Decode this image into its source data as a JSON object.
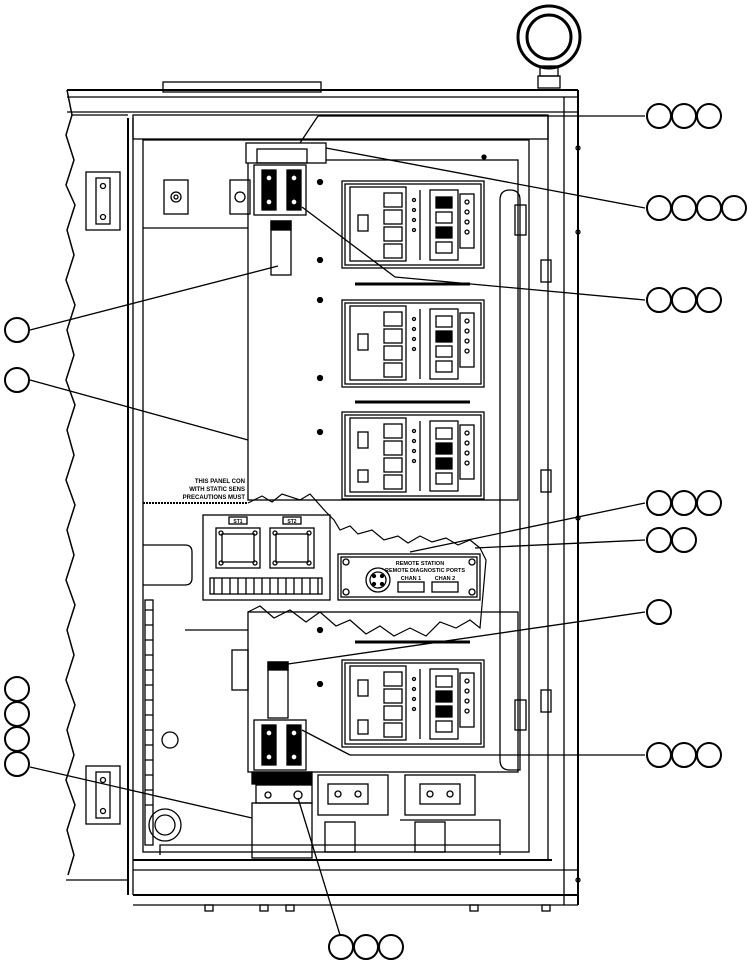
{
  "figure": {
    "panel_label_1": "THIS PANEL CON",
    "panel_label_2": "WITH STATIC SENS",
    "panel_label_3": "PRECAUTIONS MUST",
    "terminal_label_1": "ST1",
    "terminal_label_2": "ST2",
    "station_plate_line_1": "REMOTE    STATION",
    "station_plate_line_2": "REMOTE DIAGNOSTIC PORTS",
    "station_plate_sub_left": "CHAN 1",
    "station_plate_sub_right": "CHAN 2"
  },
  "callouts": [
    {
      "id": "top-right-1",
      "bubbles": 3
    },
    {
      "id": "top-right-2",
      "bubbles": 4
    },
    {
      "id": "top-right-3",
      "bubbles": 3
    },
    {
      "id": "left-upper-1",
      "bubbles": 1
    },
    {
      "id": "left-upper-2",
      "bubbles": 1
    },
    {
      "id": "right-mid-1",
      "bubbles": 3
    },
    {
      "id": "right-mid-2",
      "bubbles": 2
    },
    {
      "id": "right-mid-3",
      "bubbles": 1
    },
    {
      "id": "right-lower",
      "bubbles": 3
    },
    {
      "id": "left-lower-stack",
      "bubbles": 4
    },
    {
      "id": "bottom",
      "bubbles": 3
    }
  ],
  "colors": {
    "ink": "#000000",
    "paper": "#ffffff"
  }
}
